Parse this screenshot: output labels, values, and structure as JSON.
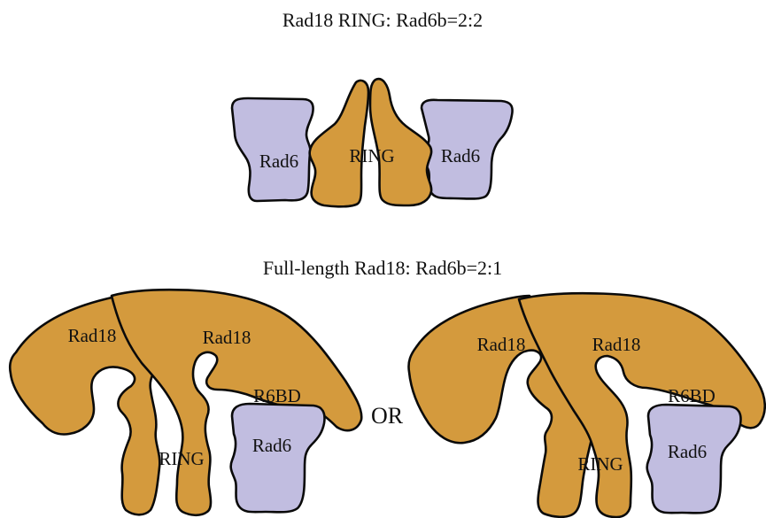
{
  "titles": {
    "top": "Rad18 RING: Rad6b=2:2",
    "bottom": "Full-length Rad18: Rad6b=2:1"
  },
  "labels": {
    "rad6": "Rad6",
    "ring": "RING",
    "rad18": "Rad18",
    "r6bd": "R6BD",
    "or": "OR"
  },
  "colors": {
    "rad18": "#d49a3d",
    "rad6": "#c1bde0",
    "outline": "#0a0a0a"
  }
}
